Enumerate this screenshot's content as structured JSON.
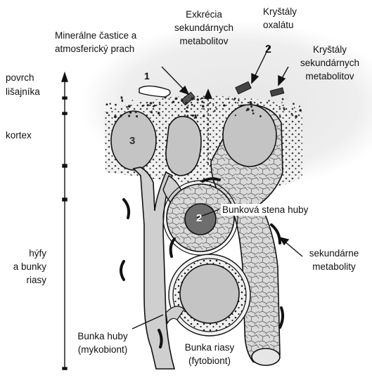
{
  "labels": {
    "mineral": [
      "Minerálne častice a",
      "atmosferický prach"
    ],
    "excretion": [
      "Exkrécia",
      "sekundárnych",
      "metabolitov"
    ],
    "oxalate": [
      "Kryštály",
      "oxalátu"
    ],
    "crystals_secondary": [
      "Kryštály",
      "sekundárnych",
      "metabolitov"
    ],
    "surface": [
      "povrch",
      "lišajníka"
    ],
    "cortex": "kortex",
    "hyphae": [
      "hýfy",
      "a bunky",
      "riasy"
    ],
    "cell_wall": "Bunková stena huby",
    "secondary_metabolites": [
      "sekundárne",
      "metabolity"
    ],
    "fungal_cell": [
      "Bunka huby",
      "(mykobiont)"
    ],
    "algal_cell": [
      "Bunka riasy",
      "(fytobiont)"
    ]
  },
  "markers": [
    "1",
    "2",
    "2",
    "3"
  ],
  "colors": {
    "background": "#ffffff",
    "halo": "#ececec",
    "cell_fill": "#c8c8c8",
    "dark_cell": "#6e6e6e",
    "outline": "#1a1a1a",
    "crystal": "#4a4a4a"
  }
}
